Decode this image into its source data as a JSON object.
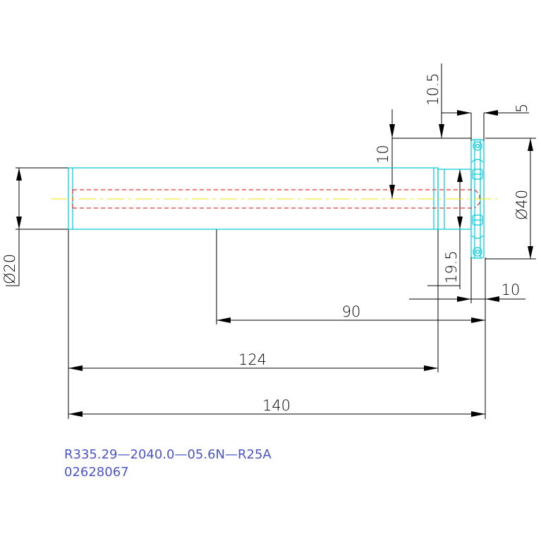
{
  "colors": {
    "outline": "#00c8d8",
    "hidden": "#e00000",
    "center": "#f0e000",
    "dimension": "#000000",
    "text": "#4b55c8"
  },
  "dimensions": {
    "d20": "Ø20",
    "d40": "Ø40",
    "len_140": "140",
    "len_124": "124",
    "len_90": "90",
    "len_10": "10",
    "len_19_5": "19.5",
    "len_10_5": "10.5",
    "len_5": "5",
    "len_10_vertical": "10"
  },
  "part": {
    "code": "R335.29—2040.0—05.6N—R25A",
    "number": "02628067"
  }
}
